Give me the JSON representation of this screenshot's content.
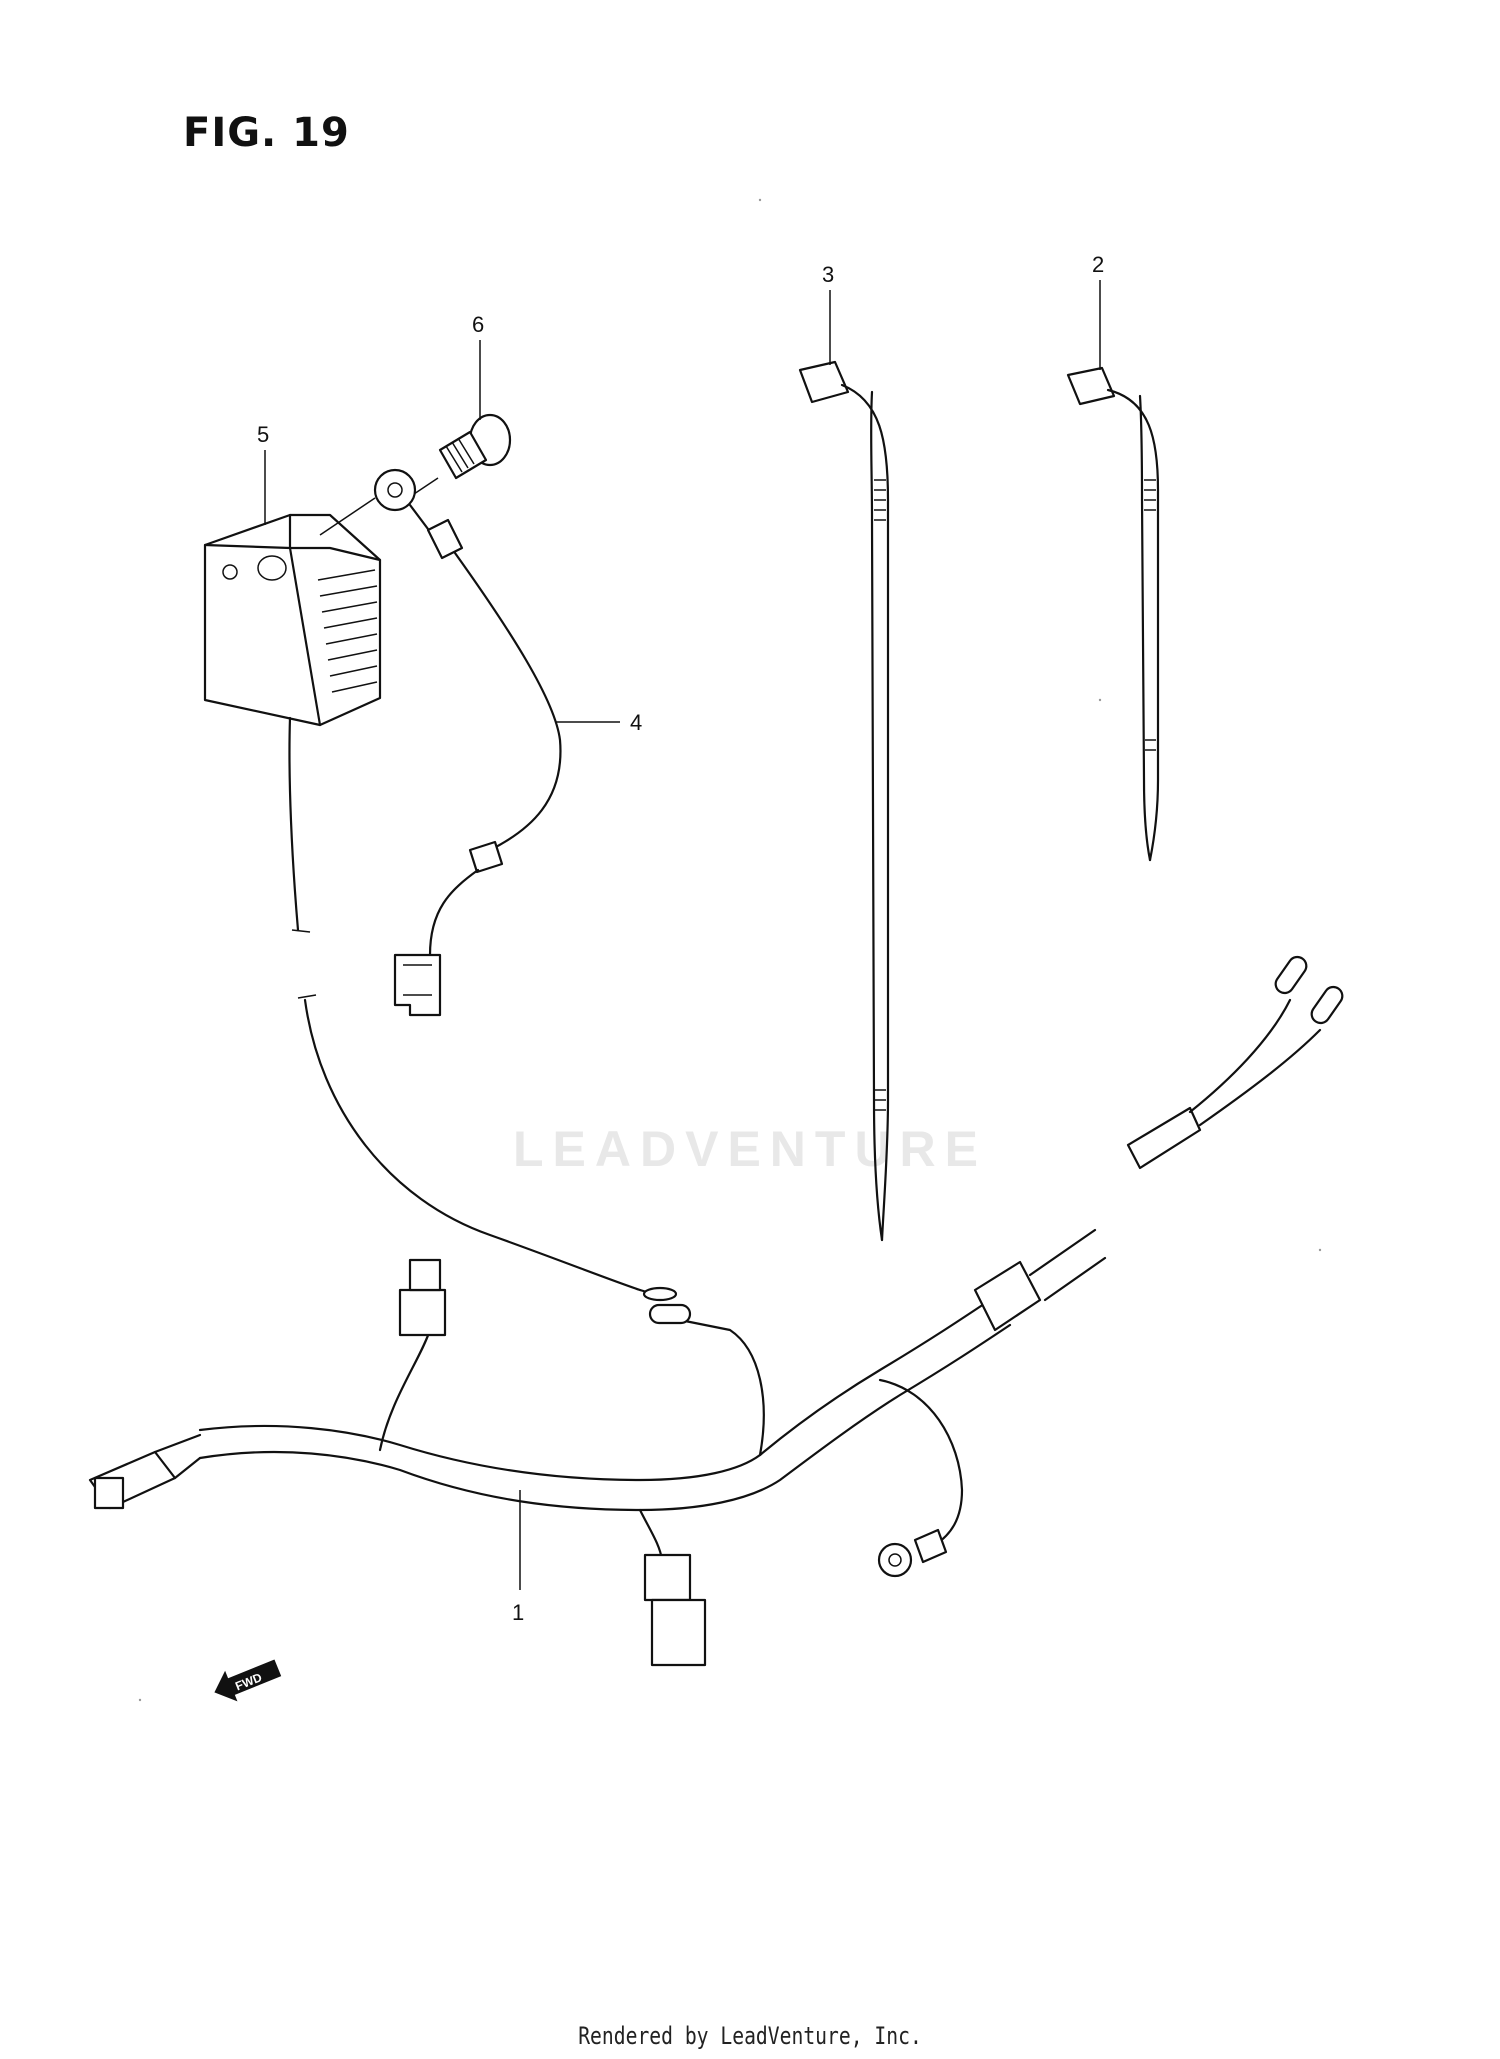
{
  "figure": {
    "title": "FIG. 19"
  },
  "callouts": [
    "1",
    "2",
    "3",
    "4",
    "5",
    "6"
  ],
  "fwd_label": "FWD",
  "watermark": "LEADVENTURE",
  "footer": "Rendered by LeadVenture, Inc."
}
